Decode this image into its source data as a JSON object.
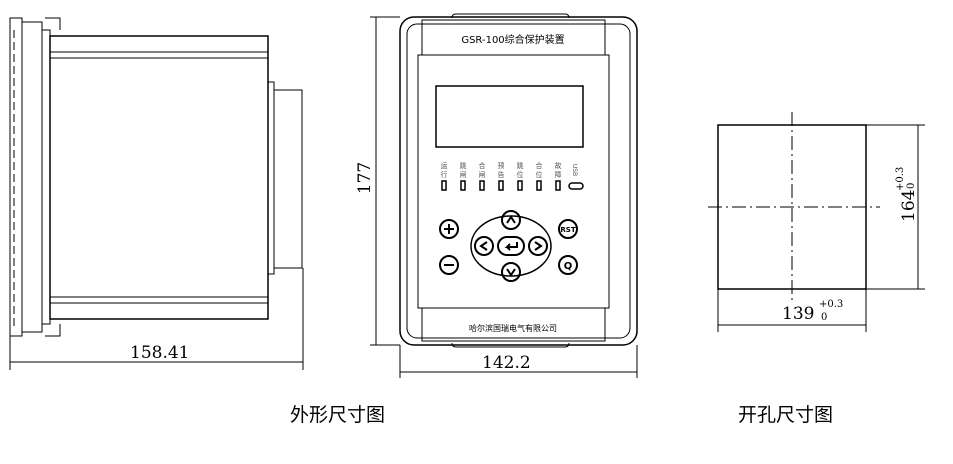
{
  "side_view": {
    "width_label": "158.41"
  },
  "front_view": {
    "title": "GSR-100综合保护装置",
    "company": "哈尔滨国瑞电气有限公司",
    "height_label": "177",
    "width_label": "142.2",
    "indicators": [
      {
        "top": "运",
        "bottom": "行"
      },
      {
        "top": "跳",
        "bottom": "闸"
      },
      {
        "top": "合",
        "bottom": "闸"
      },
      {
        "top": "预",
        "bottom": "告"
      },
      {
        "top": "跳",
        "bottom": "位"
      },
      {
        "top": "合",
        "bottom": "位"
      },
      {
        "top": "故",
        "bottom": "障"
      }
    ],
    "usb_label": "USB",
    "buttons": {
      "rst": "RST",
      "q": "Q"
    }
  },
  "cutout": {
    "width_label": "139",
    "width_tol_upper": "+0.3",
    "width_tol_lower": "0",
    "height_label": "164",
    "height_tol_upper": "+0.3",
    "height_tol_lower": "0"
  },
  "captions": {
    "outline": "外形尺寸图",
    "cutout": "开孔尺寸图"
  }
}
